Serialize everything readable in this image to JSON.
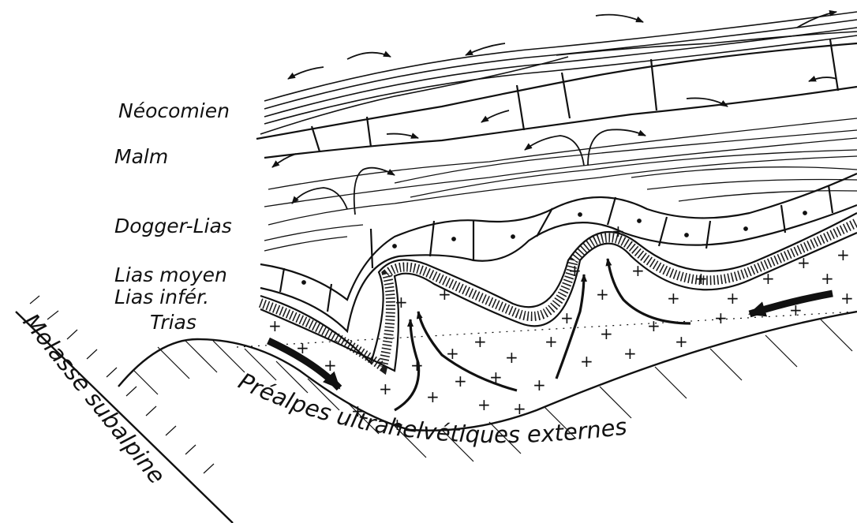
{
  "labels": {
    "neocomien": "Néocomien",
    "malm": "Malm",
    "dogger_lias": "Dogger-Lias",
    "lias_moyen": "Lias moyen",
    "lias_inferieur": "Lias infér.",
    "trias": "Trias",
    "molasse": "Molasse subalpine",
    "prealpes": "Préalpes ultrahelvétiques externes"
  },
  "colors": {
    "ink": "#111111",
    "background": "#ffffff"
  }
}
